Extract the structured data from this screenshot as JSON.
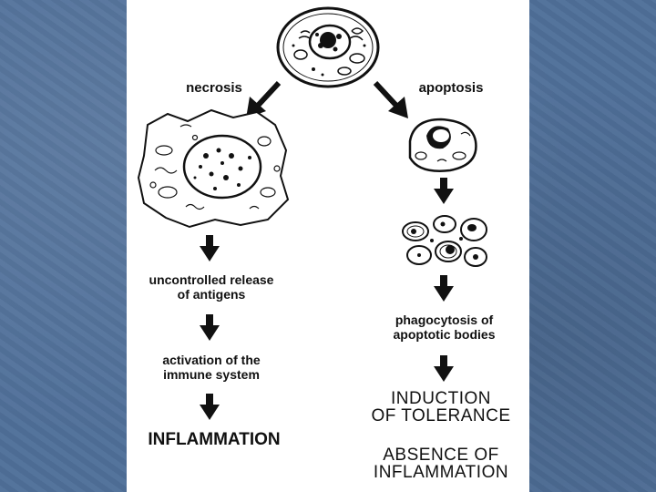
{
  "diagram": {
    "left_branch": {
      "title": "necrosis",
      "step1_line1": "uncontrolled release",
      "step1_line2": "of antigens",
      "step2_line1": "activation of the",
      "step2_line2": "immune system",
      "outcome": "INFLAMMATION"
    },
    "right_branch": {
      "title": "apoptosis",
      "step1_line1": "phagocytosis of",
      "step1_line2": "apoptotic bodies",
      "outcome1_line1": "INDUCTION",
      "outcome1_line2": "OF TOLERANCE",
      "outcome2_line1": "ABSENCE OF",
      "outcome2_line2": "INFLAMMATION"
    }
  },
  "colors": {
    "background": "#4f6f99",
    "panel": "#ffffff",
    "ink": "#111111"
  }
}
